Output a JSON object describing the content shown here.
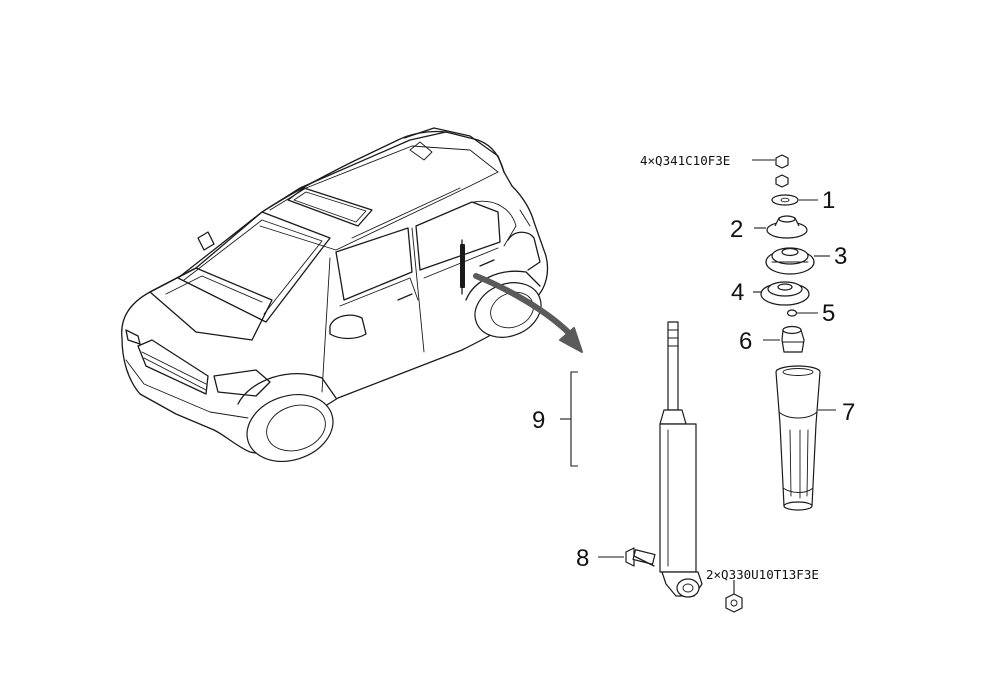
{
  "callouts": {
    "c1": "1",
    "c2": "2",
    "c3": "3",
    "c4": "4",
    "c5": "5",
    "c6": "6",
    "c7": "7",
    "c8": "8",
    "c9": "9"
  },
  "part_codes": {
    "top_nut": "4×Q341C10F3E",
    "bottom_nut": "2×Q330U10T13F3E"
  },
  "colors": {
    "line": "#1a1a1a",
    "arrow": "#5a5a5a",
    "background": "#ffffff"
  }
}
